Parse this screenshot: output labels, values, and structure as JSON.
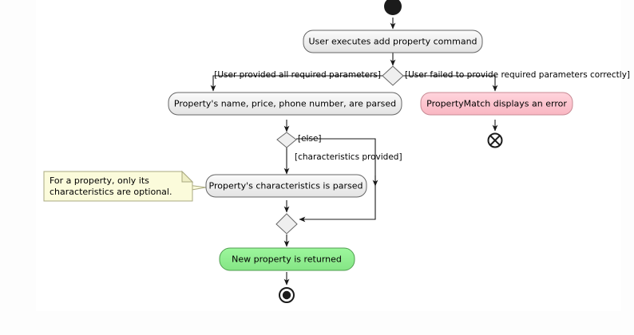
{
  "diagram": {
    "type": "uml-activity-diagram",
    "canvas_background": "#ffffff",
    "page_background": "#fdfdfd",
    "nodes": {
      "start": {
        "kind": "initial-node",
        "label": ""
      },
      "activity_command": {
        "kind": "activity",
        "label": "User executes add property command",
        "fill": "#eeeeee",
        "stroke": "#666666"
      },
      "decision_params": {
        "kind": "decision",
        "label": ""
      },
      "activity_parsed": {
        "kind": "activity",
        "label": "Property's name, price, phone number, are parsed",
        "fill": "#eeeeee",
        "stroke": "#666666"
      },
      "activity_error": {
        "kind": "activity",
        "label": "PropertyMatch displays an error",
        "fill": "#ffc0cb",
        "stroke": "#c88b95"
      },
      "flow_final": {
        "kind": "flow-final-node",
        "label": ""
      },
      "decision_characteristics": {
        "kind": "decision",
        "label": ""
      },
      "activity_characteristics": {
        "kind": "activity",
        "label": "Property's characteristics is parsed",
        "fill": "#eeeeee",
        "stroke": "#666666"
      },
      "merge": {
        "kind": "merge-node",
        "label": ""
      },
      "activity_returned": {
        "kind": "activity",
        "label": "New property is returned",
        "fill": "#90ee90",
        "stroke": "#4f9e4f"
      },
      "end": {
        "kind": "final-node",
        "label": ""
      }
    },
    "guards": {
      "params_ok": "[User provided all required parameters]",
      "params_failed": "[User failed to provide required parameters correctly]",
      "else": "[else]",
      "characteristics_provided": "[characteristics provided]"
    },
    "note": {
      "line1": "For a property, only its",
      "line2": "characteristics are optional.",
      "fill": "#fbfbdb",
      "stroke": "#a9a980"
    }
  }
}
